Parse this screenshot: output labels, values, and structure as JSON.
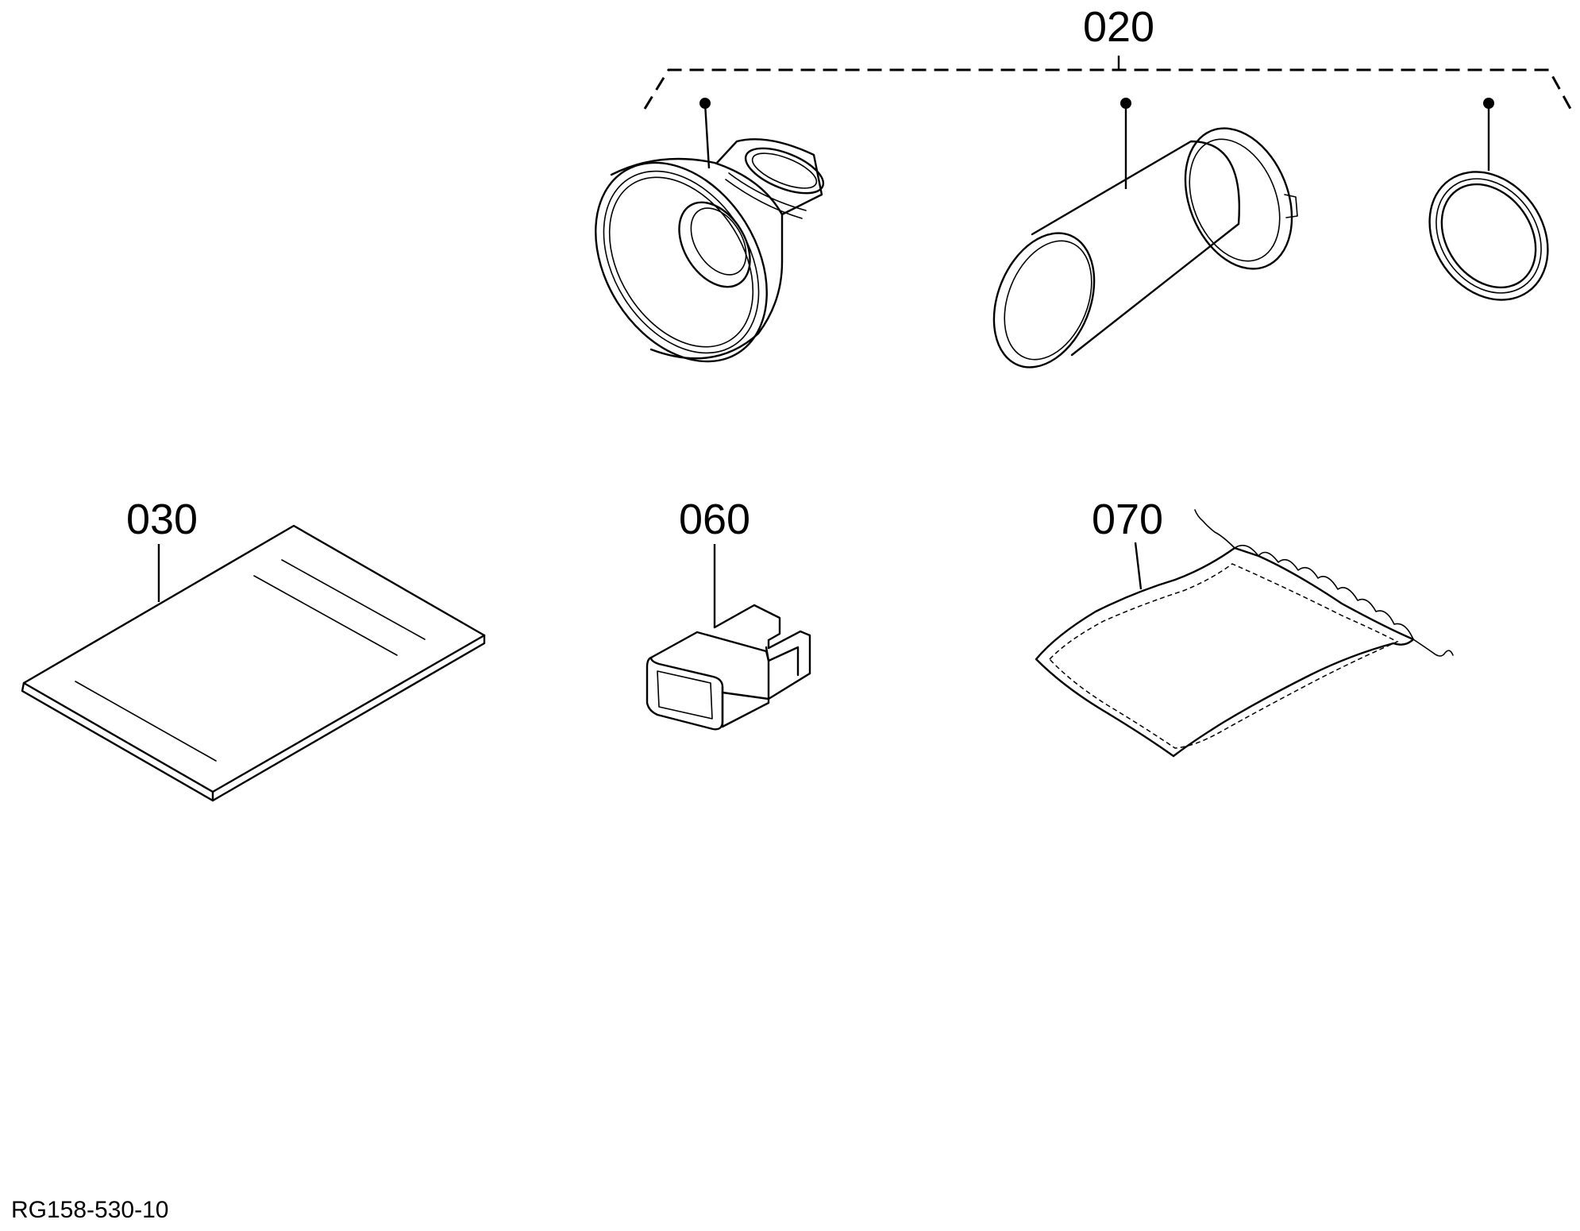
{
  "callouts": {
    "c020": "020",
    "c030": "030",
    "c060": "060",
    "c070": "070"
  },
  "drawing_code": "RG158-530-10"
}
